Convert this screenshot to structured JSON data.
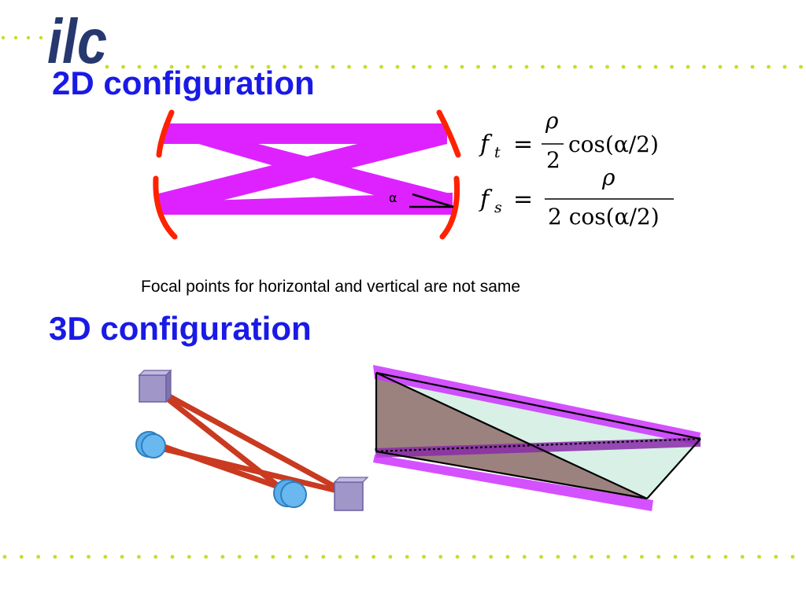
{
  "logo": {
    "text": "ilc"
  },
  "headings": {
    "config_2d": "2D configuration",
    "config_3d": "3D configuration"
  },
  "figure_2d": {
    "angle_label": "α"
  },
  "formulas": {
    "ft": {
      "lhs_var": "f",
      "lhs_sub": "t",
      "num": "ρ",
      "den": "2",
      "trail": "cos(α/2)"
    },
    "fs": {
      "lhs_var": "f",
      "lhs_sub": "s",
      "num": "ρ",
      "den": "2 cos(α/2)"
    }
  },
  "caption": "Focal points for horizontal and vertical are not same",
  "colors": {
    "accent_blue": "#1a1ae6",
    "beam_magenta": "#dd22ff",
    "mirror_red": "#ff2200",
    "dot_green": "#c6dd2a",
    "logo_navy": "#26386e",
    "laser_red": "#c93a20",
    "mirror_blue": "#5aaeea",
    "box_purple": "#a096c8"
  }
}
